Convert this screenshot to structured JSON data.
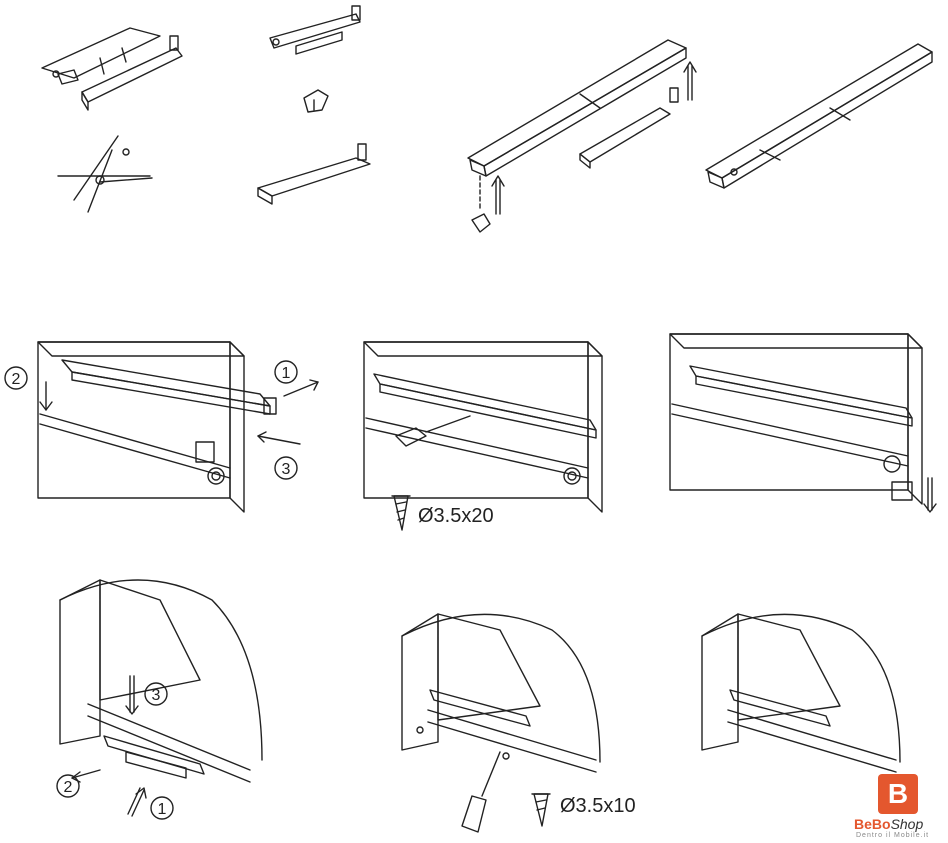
{
  "steps": {
    "s1": "1",
    "s2": "2",
    "s3": "3"
  },
  "screws": {
    "spec_large": "Ø3.5x20",
    "spec_small": "Ø3.5x10"
  },
  "brand": {
    "mark": "B",
    "name_primary": "BeBo",
    "name_secondary": "Shop",
    "tagline": "Dentro il Mobile.it",
    "color": "#e4572e"
  },
  "icons": [
    "circled-number-icon",
    "arrow-icon",
    "screw-icon",
    "screwdriver-icon"
  ]
}
